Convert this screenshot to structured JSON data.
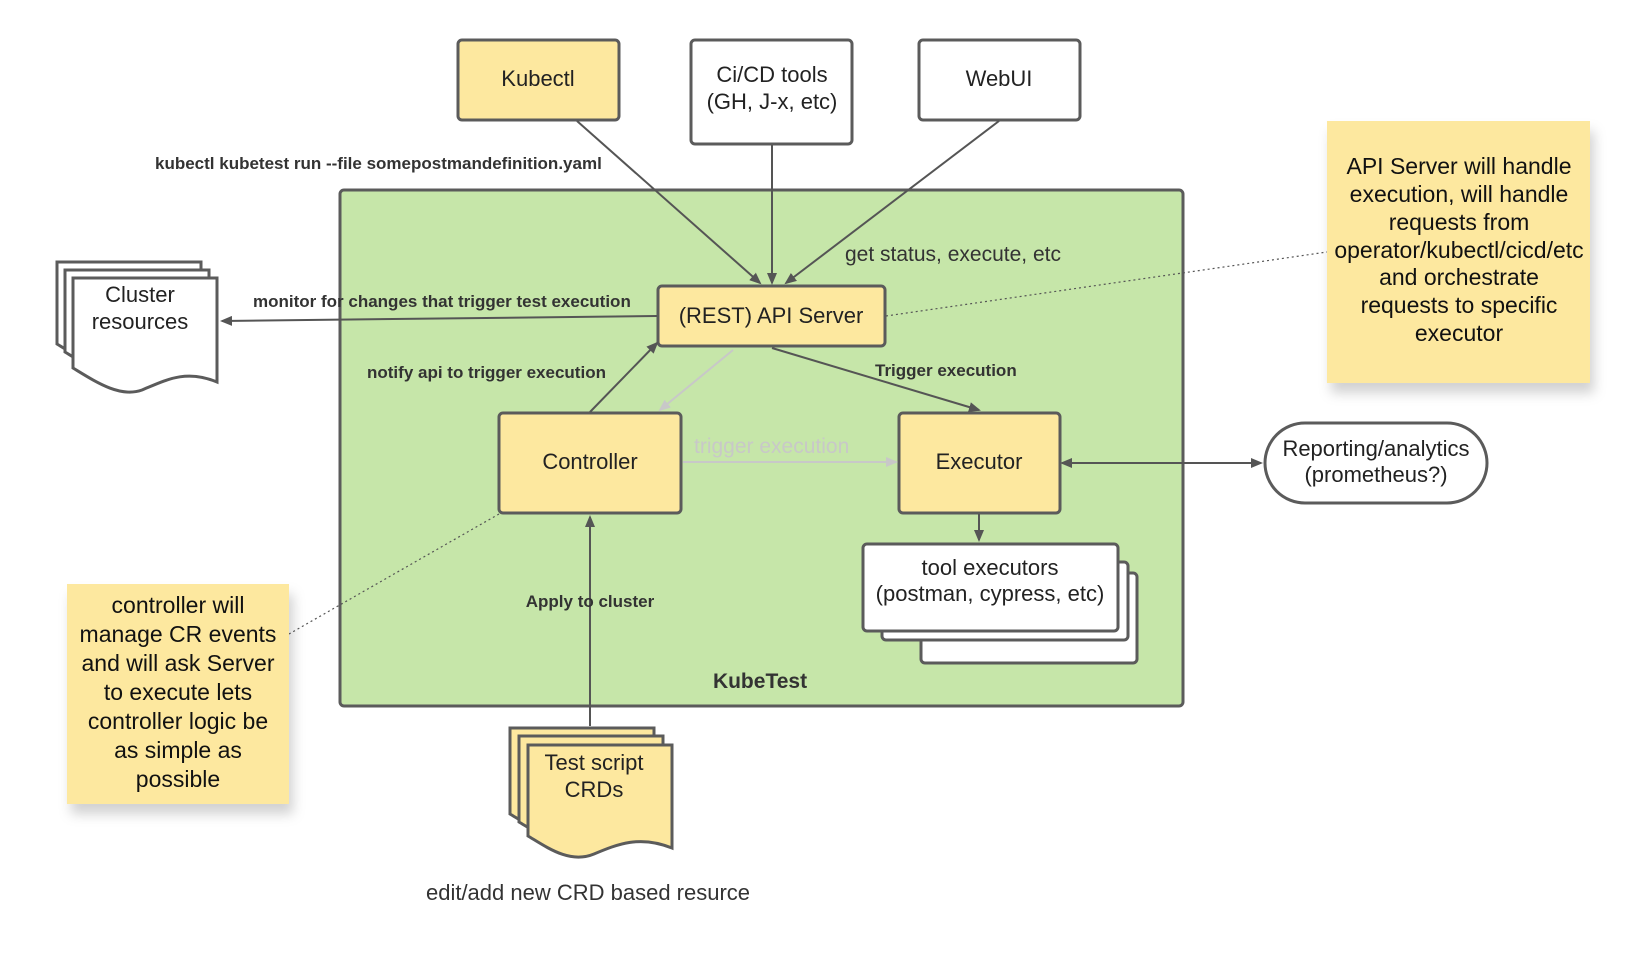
{
  "diagram": {
    "nodes": {
      "kubectl": "Kubectl",
      "cicd": [
        "Ci/CD tools",
        "(GH, J-x, etc)"
      ],
      "webui": "WebUI",
      "api_server": "(REST) API Server",
      "controller": "Controller",
      "executor": "Executor",
      "cluster_resources": [
        "Cluster",
        "resources"
      ],
      "reporting": [
        "Reporting/analytics",
        "(prometheus?)"
      ],
      "tool_executors": [
        "tool executors",
        "(postman, cypress, etc)"
      ],
      "test_script": [
        "Test script",
        "CRDs"
      ]
    },
    "container_label": "KubeTest",
    "edge_labels": {
      "kubectl_cmd": "kubectl kubetest run --file somepostmandefinition.yaml",
      "get_status": "get status, execute, etc",
      "monitor": "monitor for changes that trigger test execution",
      "notify": "notify api to trigger execution",
      "trigger_bold": "Trigger execution",
      "trigger_light": "trigger execution",
      "apply": "Apply to cluster"
    },
    "caption": "edit/add new CRD based resurce",
    "notes": {
      "api": [
        "API Server will handle",
        "execution, will handle",
        "requests from",
        "operator/kubectl/cicd/etc",
        "and orchestrate",
        "requests to specific",
        "executor"
      ],
      "controller": [
        "controller will",
        "manage CR events",
        "and will ask Server",
        "to execute lets",
        "controller logic be",
        "as simple as",
        "possible"
      ]
    }
  },
  "colors": {
    "container_fill": "#c6e6a9",
    "node_fill": "#fde89f",
    "note_fill": "#fde89f"
  }
}
